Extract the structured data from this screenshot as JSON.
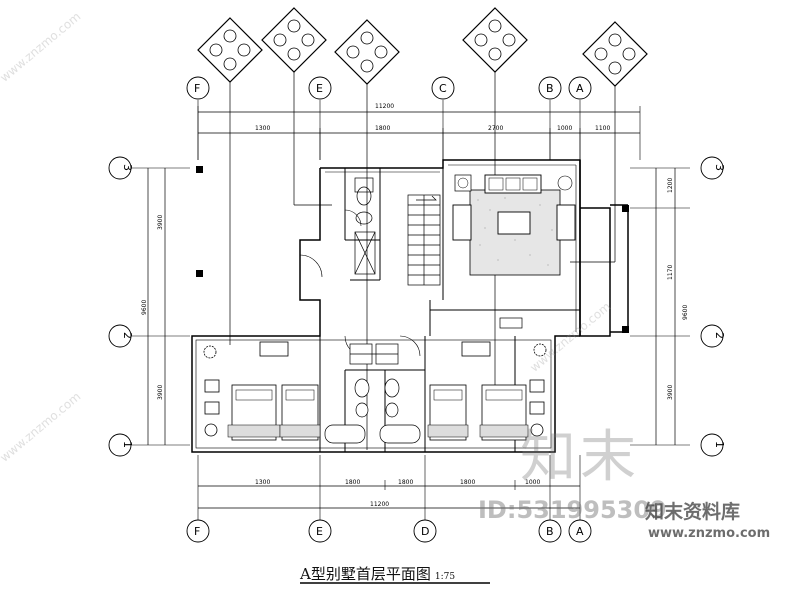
{
  "title": "A型别墅首层平面图",
  "scale": "1:75",
  "axes_top": [
    "F",
    "E",
    "C",
    "B",
    "A"
  ],
  "axes_bottom": [
    "F",
    "E",
    "D",
    "B",
    "A"
  ],
  "axes_left": [
    "3",
    "2",
    "1"
  ],
  "axes_right": [
    "3",
    "2",
    "1"
  ],
  "dims_top": [
    "1300",
    "1800",
    "2700",
    "1000",
    "1100"
  ],
  "dims_top_total": "11200",
  "dims_bottom": [
    "1300",
    "1800",
    "1800",
    "1800",
    "1000"
  ],
  "dims_bottom_total": "11200",
  "dims_left": [
    "3900",
    "3900"
  ],
  "dims_left_total": "9600",
  "dims_right": [
    "1200",
    "1170",
    "3900"
  ],
  "dims_right_total": "9600",
  "watermark": {
    "brand": "知末",
    "id": "ID:531995309",
    "library": "知末资料库",
    "url": "www.znzmo.com",
    "diag": "www.znzmo.com"
  }
}
